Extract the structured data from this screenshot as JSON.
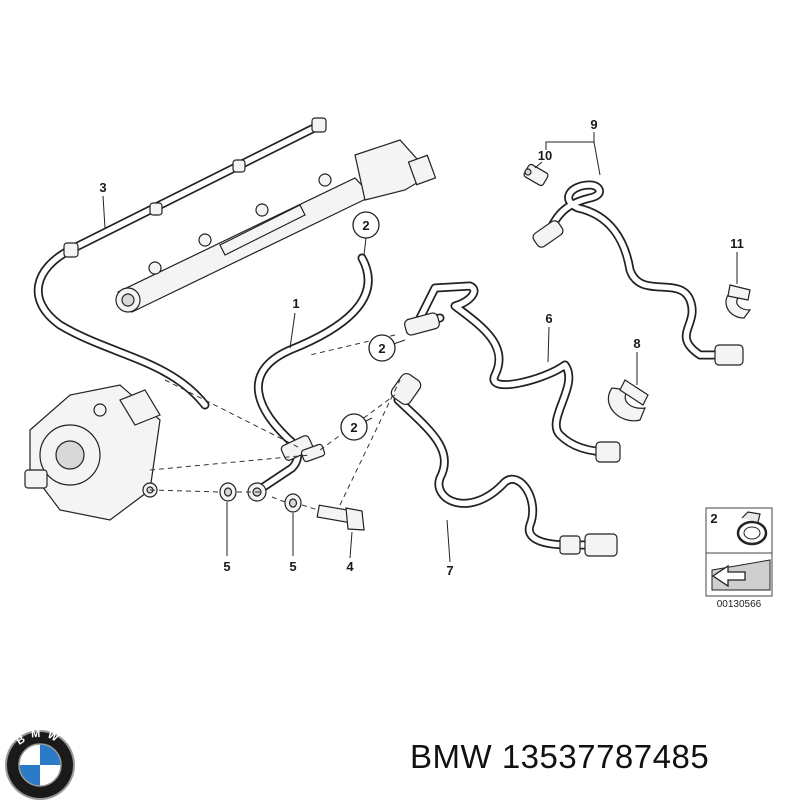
{
  "callouts": {
    "c1": "1",
    "c2a": "2",
    "c2b": "2",
    "c2c": "2",
    "c3": "3",
    "c4": "4",
    "c5a": "5",
    "c5b": "5",
    "c6": "6",
    "c7": "7",
    "c8": "8",
    "c9": "9",
    "c10": "10",
    "c11": "11",
    "c2_inset": "2"
  },
  "reference_code": "00130566",
  "brand": {
    "text": "BMW 13537787485",
    "logo_letters": "BMW",
    "logo_colors": {
      "blue": "#2b7bc7",
      "white": "#ffffff",
      "ring": "#1a1a1a",
      "chrome": "#9a9a9a"
    }
  }
}
